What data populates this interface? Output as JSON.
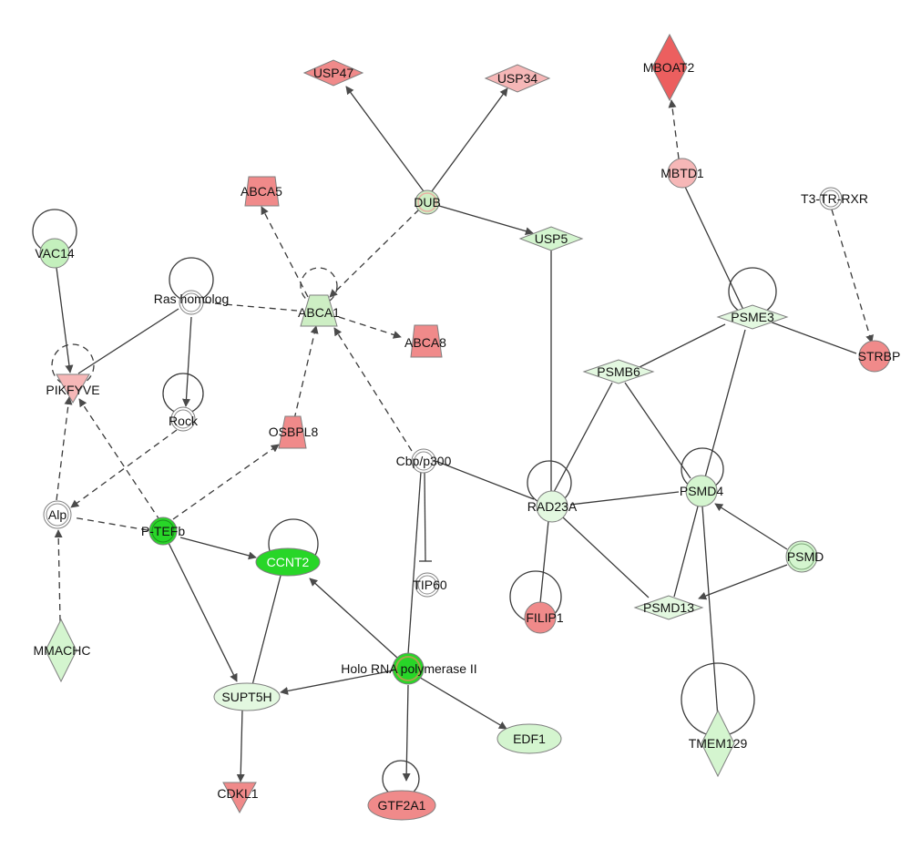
{
  "colors": {
    "green_light": "#d4f5cf",
    "green_bright": "#28d628",
    "green_pale": "#e3f8e0",
    "red_light": "#f08a8a",
    "red_pale": "#f6b7b7",
    "red_strong": "#ec5f5f",
    "white": "#ffffff",
    "edge": "#3a3a3a"
  },
  "nodes": [
    {
      "id": "USP47",
      "label": "USP47"
    },
    {
      "id": "USP34",
      "label": "USP34"
    },
    {
      "id": "MBOAT2",
      "label": "MBOAT2"
    },
    {
      "id": "ABCA5",
      "label": "ABCA5"
    },
    {
      "id": "DUB",
      "label": "DUB"
    },
    {
      "id": "MBTD1",
      "label": "MBTD1"
    },
    {
      "id": "T3TRRXR",
      "label": "T3-TR-RXR"
    },
    {
      "id": "VAC14",
      "label": "VAC14"
    },
    {
      "id": "USP5",
      "label": "USP5"
    },
    {
      "id": "RASHOMOLOG",
      "label": "Ras homolog"
    },
    {
      "id": "ABCA1",
      "label": "ABCA1"
    },
    {
      "id": "PSME3",
      "label": "PSME3"
    },
    {
      "id": "ABCA8",
      "label": "ABCA8"
    },
    {
      "id": "STRBP",
      "label": "STRBP"
    },
    {
      "id": "PIKFYVE",
      "label": "PIKFYVE"
    },
    {
      "id": "PSMB6",
      "label": "PSMB6"
    },
    {
      "id": "ROCK",
      "label": "Rock"
    },
    {
      "id": "OSBPL8",
      "label": "OSBPL8"
    },
    {
      "id": "CBP",
      "label": "Cbp/p300"
    },
    {
      "id": "RAD23A",
      "label": "RAD23A"
    },
    {
      "id": "PSMD4",
      "label": "PSMD4"
    },
    {
      "id": "ALP",
      "label": "Alp"
    },
    {
      "id": "PTEFB",
      "label": "P-TEFb"
    },
    {
      "id": "CCNT2",
      "label": "CCNT2"
    },
    {
      "id": "TIP60",
      "label": "TIP60"
    },
    {
      "id": "PSMD",
      "label": "PSMD"
    },
    {
      "id": "FILIP1",
      "label": "FILIP1"
    },
    {
      "id": "PSMD13",
      "label": "PSMD13"
    },
    {
      "id": "MMACHC",
      "label": "MMACHC"
    },
    {
      "id": "HOLO",
      "label": "Holo RNA polymerase II"
    },
    {
      "id": "SUPT5H",
      "label": "SUPT5H"
    },
    {
      "id": "EDF1",
      "label": "EDF1"
    },
    {
      "id": "TMEM129",
      "label": "TMEM129"
    },
    {
      "id": "CDKL1",
      "label": "CDKL1"
    },
    {
      "id": "GTF2A1",
      "label": "GTF2A1"
    }
  ]
}
